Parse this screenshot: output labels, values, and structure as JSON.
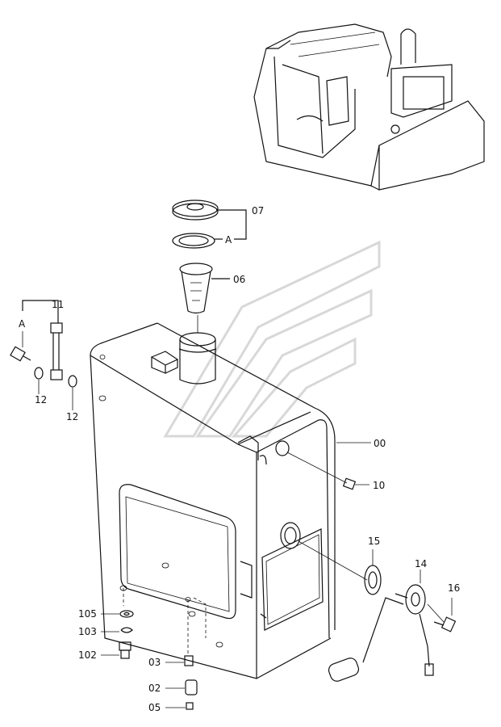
{
  "labels": {
    "p07": "07",
    "pA_top": "A",
    "p06": "06",
    "p11": "11",
    "pA_left": "A",
    "p12_a": "12",
    "p12_b": "12",
    "p00": "00",
    "p10": "10",
    "p15": "15",
    "p14": "14",
    "p16": "16",
    "p105": "105",
    "p103": "103",
    "p102": "102",
    "p03": "03",
    "p02": "02",
    "p05": "05"
  }
}
